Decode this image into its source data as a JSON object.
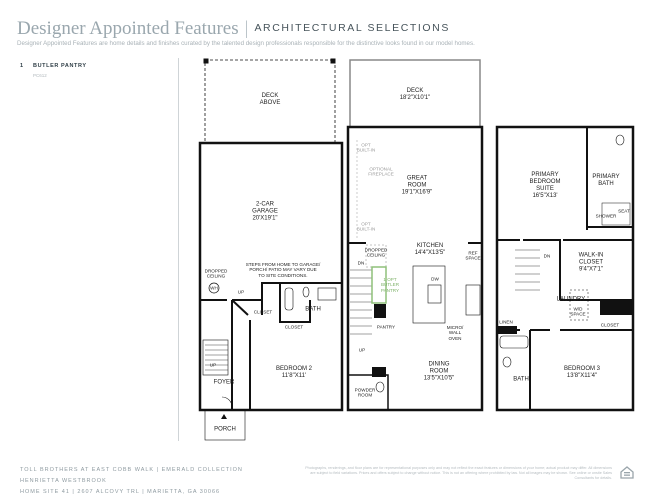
{
  "header": {
    "title": "Designer Appointed Features",
    "subtitle": "ARCHITECTURAL SELECTIONS",
    "description": "Designer Appointed Features are home details and finishes curated by the talented design professionals responsible for the distinctive looks found in our model homes."
  },
  "features": [
    {
      "number": "1",
      "name": "BUTLER PANTRY",
      "code": "PC612"
    }
  ],
  "plan": {
    "lower": {
      "deck_above": "DECK\nABOVE",
      "garage": "2-CAR\nGARAGE\n20'X19'1\"",
      "steps_note": "STEPS FROM HOME TO GARAGE/\nPORCH/ PATIO MAY VARY DUE\nTO SITE CONDITIONS.",
      "dropped_ceiling": "DROPPED\nCEILING",
      "wh": "WH",
      "up1": "UP",
      "closet1": "CLOSET",
      "bath": "BATH",
      "closet2": "CLOSET",
      "up2": "UP",
      "foyer": "FOYER",
      "bedroom": "BEDROOM 2\n11'8\"X11'",
      "porch": "PORCH"
    },
    "main": {
      "deck": "DECK\n18'2\"X10'1\"",
      "opt_builtin_1": "OPT\nBUILT-IN",
      "optional_fireplace": "OPTIONAL\nFIREPLACE",
      "great_room": "GREAT\nROOM\n19'1\"X16'9\"",
      "opt_builtin_2": "OPT\nBUILT-IN",
      "dropped_ceiling": "DROPPED\nCEILING",
      "dn": "DN",
      "kitchen": "KITCHEN\n14'4\"X13'5\"",
      "ref_space": "REF\nSPACE",
      "butler_pantry": "1 OPT\nBUTLER\nPANTRY",
      "dw": "DW",
      "pantry": "PANTRY",
      "micro": "MICRO/\nWALL\nOVEN",
      "up": "UP",
      "dining": "DINING\nROOM\n13'5\"X10'5\"",
      "powder": "POWDER\nROOM"
    },
    "upper": {
      "primary_suite": "PRIMARY\nBEDROOM\nSUITE\n16'5\"X13'",
      "primary_bath": "PRIMARY\nBATH",
      "shower": "SHOWER",
      "seat": "SEAT",
      "dn": "DN",
      "walkin": "WALK-IN\nCLOSET\n9'4\"X7'1\"",
      "laundry": "LAUNDRY",
      "wd_space": "W/D\nSPACE",
      "linen": "LINEN",
      "closet": "CLOSET",
      "bedroom": "BEDROOM 3\n13'8\"X11'4\"",
      "bath": "BATH"
    },
    "highlight_color": "#8fc07a"
  },
  "footer": {
    "line1": "TOLL BROTHERS AT EAST COBB WALK  |  EMERALD COLLECTION",
    "line2": "HENRIETTA WESTBROOK",
    "line3": "HOME SITE 41  |  2607 ALCOVY TRL  |  MARIETTA, GA 30066",
    "legal": "Photographs, renderings, and floor plans are for representational purposes only and may not reflect the exact features or dimensions of your home; actual product may differ. All dimensions are subject to field variations. Prices and offers subject to change without notice. This is not an offering where prohibited by law. Not all images may be shown. See online or onsite Sales Consultants for details."
  }
}
